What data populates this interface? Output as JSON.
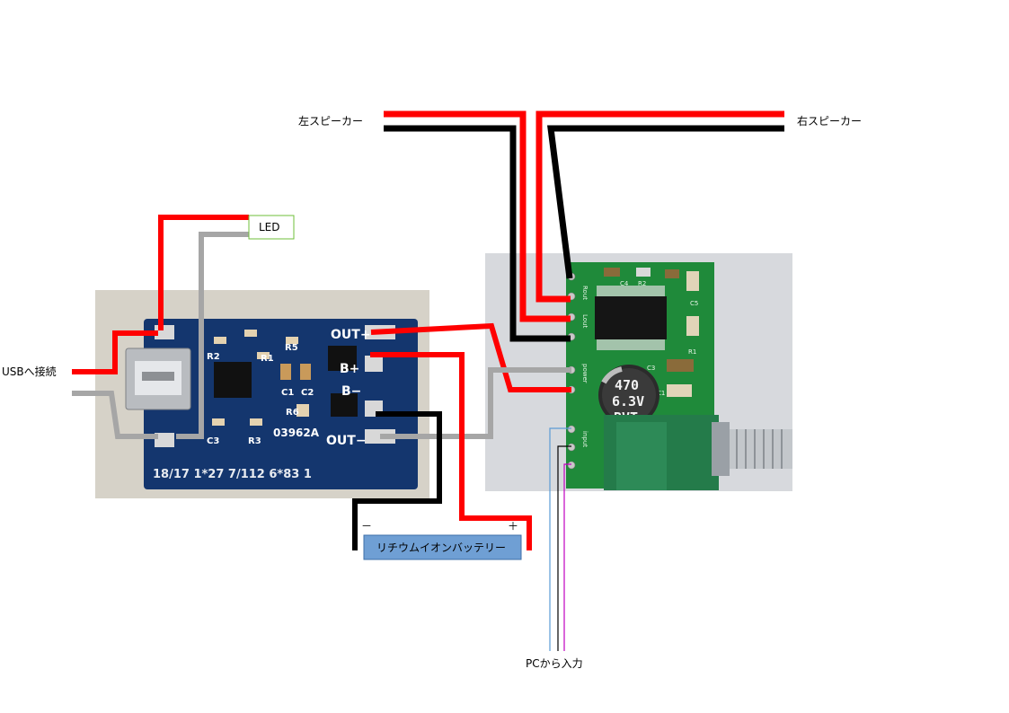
{
  "labels": {
    "left_speaker": "左スピーカー",
    "right_speaker": "右スピーカー",
    "led": "LED",
    "usb": "USBへ接続",
    "battery": "リチウムイオンバッテリー",
    "battery_minus": "－",
    "battery_plus": "＋",
    "pc_input": "PCから入力"
  },
  "charger_board": {
    "pad_out_plus": "OUT+",
    "pad_b_plus": "B+",
    "pad_b_minus": "B−",
    "pad_out_minus": "OUT−",
    "chip_code": "03962A",
    "bottom_text": "18/17 1*27 7/112 6*83 1",
    "r1": "R1",
    "r2": "R2",
    "r3": "R3",
    "r5": "R5",
    "r6": "R6",
    "c1": "C1",
    "c2": "C2",
    "c3": "C3"
  },
  "amp_board": {
    "cap_line1": "470",
    "cap_line2": "6.3V",
    "cap_line3": "RVT",
    "r2": "R2",
    "c4": "C4",
    "c5": "C5",
    "c1": "C1",
    "c3": "C3",
    "r1": "R1",
    "rout": "Rout",
    "lout": "Lout",
    "power": "power",
    "input": "input"
  },
  "colors": {
    "wire_red": "#ff0000",
    "wire_black": "#000000",
    "wire_gray": "#a6a6a6",
    "charger_pcb": "#14366e",
    "amp_pcb": "#1f8a3a",
    "battery_fill": "#6f9fd4",
    "led_border": "#6fbf3a"
  }
}
